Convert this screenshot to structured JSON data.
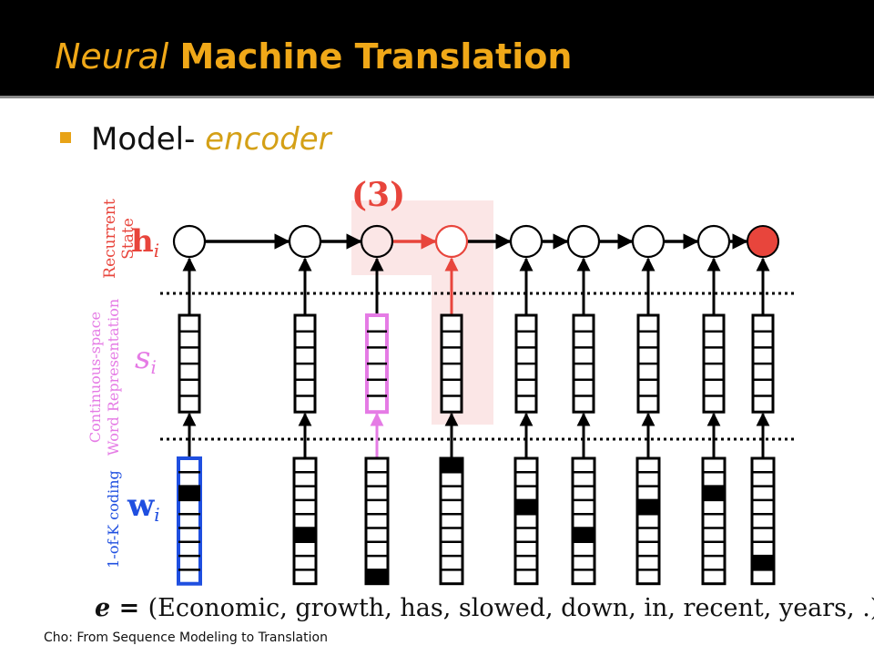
{
  "slide": {
    "title_italic": "Neural",
    "title_bold": "Machine Translation",
    "bullet_text": "Model- ",
    "bullet_emphasis": "encoder",
    "caption": "Cho: From Sequence Modeling to Translation"
  },
  "colors": {
    "title": "#f0a818",
    "bullet_marker": "#e8a317",
    "emphasis": "#d4a017",
    "recurrent_red": "#e8453c",
    "word_rep_magenta": "#e57be5",
    "coding_blue": "#1f4fe0",
    "highlight_pink": "#fbe6e6"
  },
  "figure": {
    "step_label": "(3)",
    "row_labels": {
      "recurrent": [
        "Recurrent",
        "State"
      ],
      "word_rep": [
        "Continuous-space",
        "Word Representation"
      ],
      "coding": "1-of-K coding"
    },
    "symbols": {
      "h": "h",
      "s": "s",
      "w": "w",
      "sub": "i"
    },
    "sentence_prefix": "e = ",
    "sentence_body": "(Economic, growth, has, slowed, down, in, recent, years, .)",
    "words": [
      "Economic",
      "growth",
      "has",
      "slowed",
      "down",
      "in",
      "recent",
      "years",
      "."
    ],
    "one_hot_index": [
      2,
      5,
      8,
      0,
      3,
      5,
      3,
      2,
      7
    ],
    "highlighted_word_coding": 0,
    "highlighted_word_rep": 2,
    "highlighted_step": 3,
    "final_state_filled": 8
  }
}
